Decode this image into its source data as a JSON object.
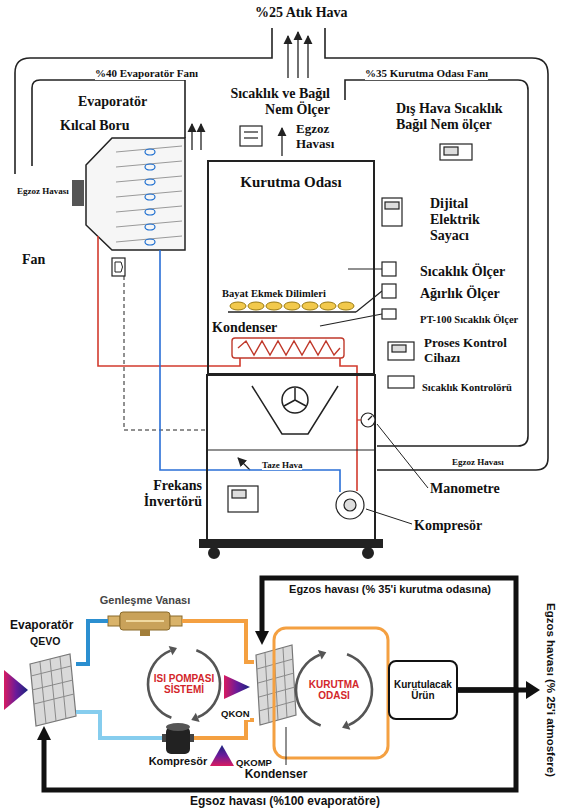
{
  "diagram": {
    "nodes": [
      {
        "text": [
          "Kurutma Odası"
        ]
      },
      {
        "text": [
          "Evaporatör",
          "QEVO"
        ]
      },
      {
        "text": [
          "Genleşme Vanası"
        ]
      },
      {
        "text": [
          "ISI POMPASI SİSTEMİ"
        ]
      },
      {
        "text": [
          "KURUTMA ODASI"
        ]
      },
      {
        "text": [
          "Kurutulacak Ürün"
        ]
      },
      {
        "text": [
          "Kompresör"
        ]
      },
      {
        "text": [
          "Kondenser"
        ]
      }
    ],
    "edges": [
      {
        "from": 5,
        "to": 7,
        "arrow": "to",
        "label": "Egzos havası (% 35'i kurutma odasına)"
      },
      {
        "from": 5,
        "to": 1,
        "arrow": "to",
        "label": "Egsoz havası (%100 evaporatöre)"
      },
      {
        "from": 1,
        "to": 6,
        "arrow": "none"
      },
      {
        "from": 6,
        "to": 7,
        "arrow": "none"
      },
      {
        "from": 7,
        "to": 2,
        "arrow": "none"
      },
      {
        "from": 2,
        "to": 1,
        "arrow": "none"
      }
    ],
    "labels": [
      "%25 Atık Hava",
      "%40 Evaporatör Fanı",
      "%35 Kurutma Odası Fanı",
      "Evaporatör",
      "Sıcaklık ve Bağıl Nem Ölçer",
      "Kılcal Boru",
      "Egzoz Havası",
      "Dış Hava Sıcaklık Bağıl Nem ölçer",
      "Egzoz Havası",
      "Dijital Elektrik Sayacı",
      "Fan",
      "Bayat Ekmek Dilimleri",
      "Sıcaklık Ölçer",
      "Ağırlık Ölçer",
      "PT-100 Sıcaklık Ölçer",
      "Kondenser",
      "Proses Kontrol Cihazı",
      "Sıcaklık Kontrolörü",
      "Egzoz Havası",
      "Taze Hava",
      "Manometre",
      "Frekans İnvertörü",
      "Kompresör",
      "QKON",
      "QKOMP",
      "Egzos havası (% 25'i atmosfere)"
    ]
  }
}
